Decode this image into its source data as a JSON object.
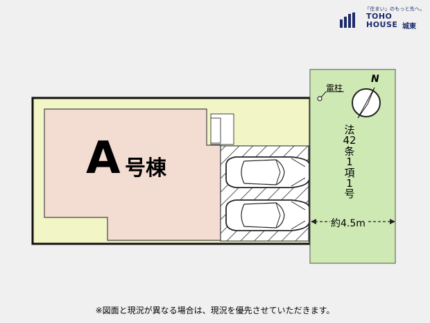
{
  "logo": {
    "tagline": "「住まい」のもっと先へ。",
    "brand_line1": "TOHO",
    "brand_line2": "HOUSE",
    "branch": "城東"
  },
  "plan": {
    "unit_letter": "A",
    "unit_suffix": "号棟",
    "utility_pole_label": "電柱",
    "road_label": "法42条1項1号",
    "road_width_label": "約4.5m",
    "compass_label": "N"
  },
  "footnote": "※図面と現況が異なる場合は、現況を優先させていただきます。",
  "colors": {
    "background": "#f0f0f0",
    "lot": "#f2f5c6",
    "building": "#f3dcd2",
    "road": "#cfe9b4",
    "outline": "#111111",
    "brand": "#1b2a6b"
  }
}
